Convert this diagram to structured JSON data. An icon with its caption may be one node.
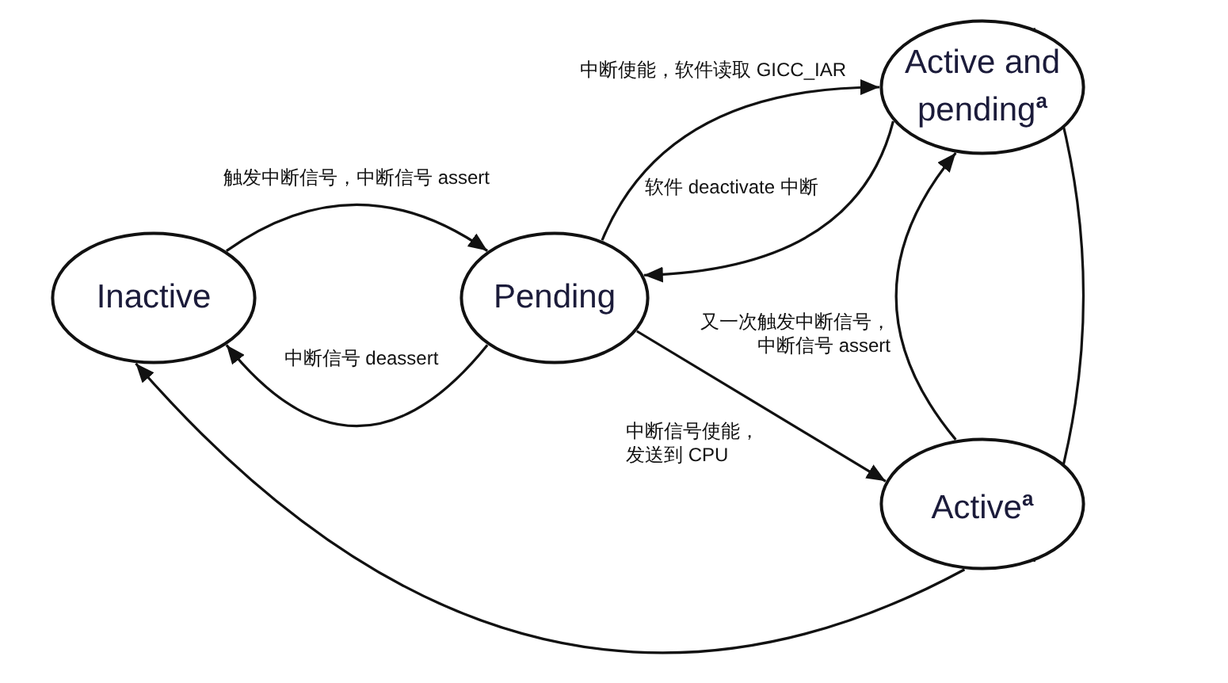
{
  "diagram": {
    "nodes": [
      {
        "text": [
          "Inactive"
        ]
      },
      {
        "text": [
          "Pending"
        ]
      },
      {
        "text": [
          "Active and pending$^{a}$"
        ]
      },
      {
        "text": [
          "Active$^{a}$"
        ]
      }
    ],
    "edges": [
      {
        "from": 0,
        "to": 1,
        "arrow": "to",
        "label": "触发中断信号，中断信号 assert"
      },
      {
        "from": 1,
        "to": 0,
        "arrow": "to",
        "label": "中断信号 deassert"
      },
      {
        "from": 1,
        "to": 2,
        "arrow": "to",
        "label": "中断使能，软件读取 GICC_IAR"
      },
      {
        "from": 2,
        "to": 1,
        "arrow": "to",
        "label": "软件 deactivate 中断"
      },
      {
        "from": 1,
        "to": 3,
        "arrow": "to",
        "label": "中断信号使能，发送到 CPU"
      },
      {
        "from": 3,
        "to": 2,
        "arrow": "to",
        "label": "又一次触发中断信号，中断信号 assert"
      },
      {
        "from": 2,
        "to": 3,
        "arrow": "to"
      },
      {
        "from": 3,
        "to": 0,
        "arrow": "to"
      }
    ]
  }
}
